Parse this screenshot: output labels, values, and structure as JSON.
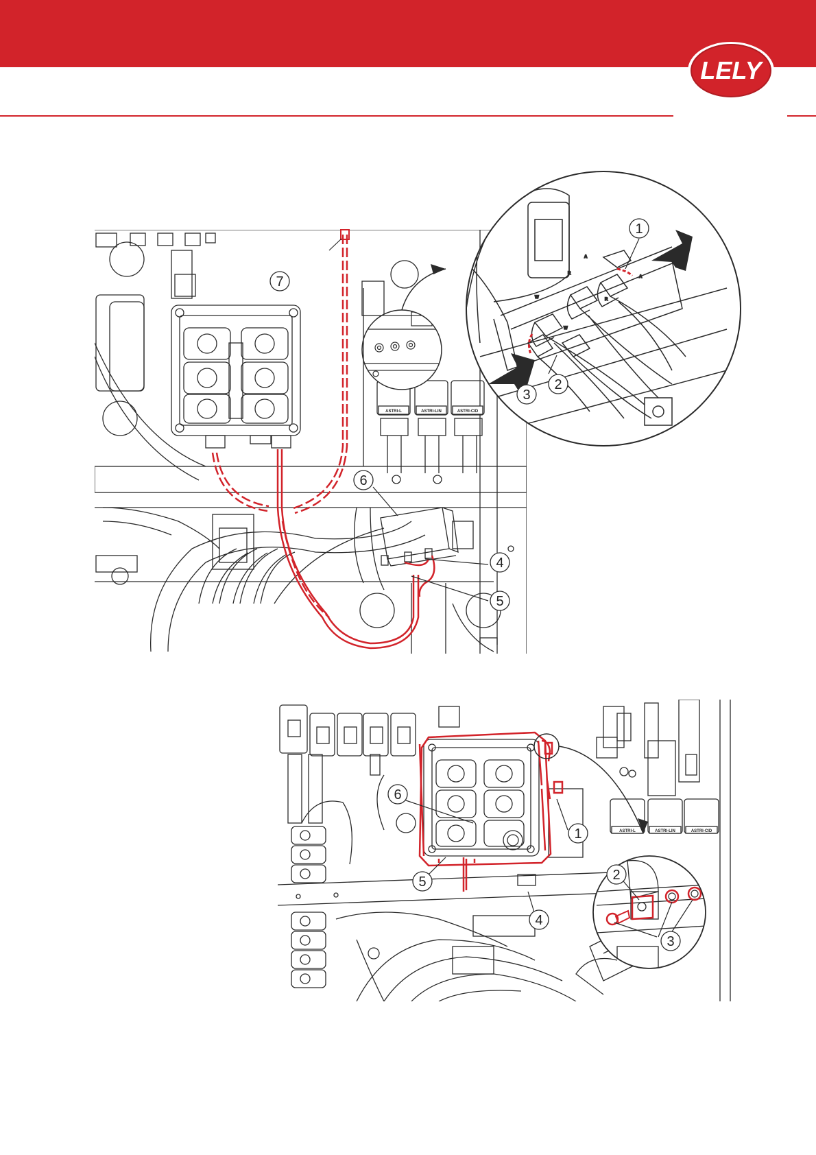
{
  "brand": {
    "name": "LELY",
    "logo_icon": "lely-logo-icon",
    "colors": {
      "primary": "#d2232a",
      "white": "#ffffff",
      "line": "#2a2a2a"
    }
  },
  "figure_top": {
    "callouts": [
      "1",
      "2",
      "3",
      "4",
      "5",
      "6",
      "7"
    ],
    "pump_labels": [
      "ASTRI-L",
      "ASTRI-LIN",
      "ASTRI-CID"
    ]
  },
  "figure_bottom": {
    "callouts": [
      "1",
      "2",
      "3",
      "4",
      "5",
      "6"
    ],
    "pump_labels": [
      "ASTRI-L",
      "ASTRI-LIN",
      "ASTRI-CID"
    ]
  }
}
